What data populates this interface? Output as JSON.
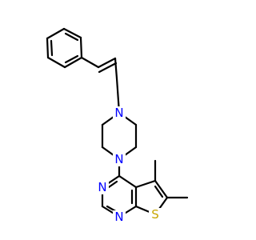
{
  "atom_labels": {
    "n_piperazine_top": "N",
    "n_piperazine_bottom": "N",
    "n_pyrimidine_upper": "N",
    "n_pyrimidine_lower": "N",
    "s_thiophene": "S"
  },
  "colors": {
    "bond": "#000000",
    "nitrogen": "#0000ff",
    "sulfur": "#c8a600",
    "background": "#ffffff"
  }
}
